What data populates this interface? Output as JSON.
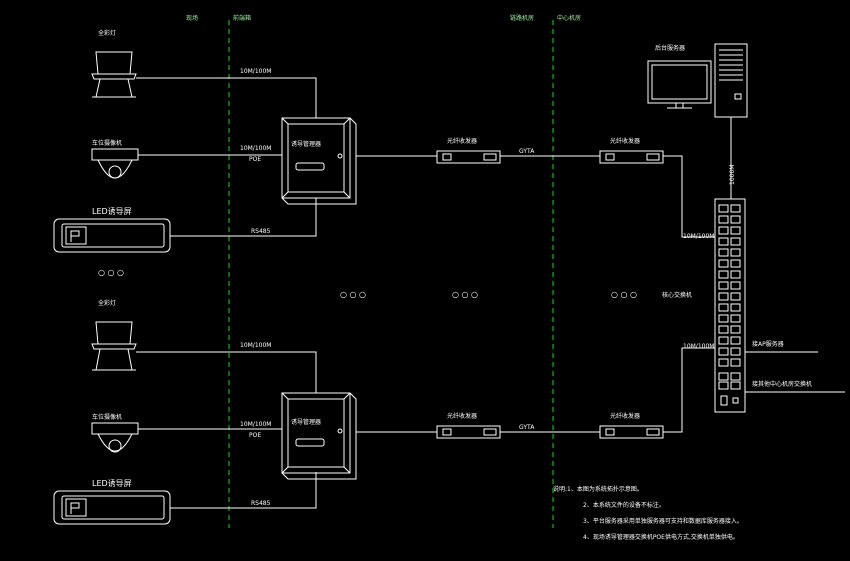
{
  "zones": {
    "site": "现场",
    "weak_box": "前端箱",
    "link_room": "链路机房",
    "center": "中心机房"
  },
  "devices": {
    "server": "后台服务器",
    "core_switch": "核心交换机",
    "top_group": {
      "beacon": "全彩灯",
      "camera": "车位摄像机",
      "led_prefix": "LED",
      "led_suffix": "诱导屏",
      "controller": "诱导管理器",
      "fiber_left": "光纤收发器",
      "fiber_right": "光纤收发器"
    },
    "bottom_group": {
      "beacon": "全彩灯",
      "camera": "车位摄像机",
      "led_prefix": "LED",
      "led_suffix": "诱导屏",
      "controller": "诱导管理器",
      "fiber_left": "光纤收发器",
      "fiber_right": "光纤收发器"
    }
  },
  "links": {
    "top_beacon_link": "10M/100M",
    "top_camera_link_1": "10M/100M",
    "top_camera_link_2": "POE",
    "top_led_link": "RS485",
    "top_fiber": "GYTA",
    "top_uplink": "10M/100M",
    "bottom_beacon_link": "10M/100M",
    "bottom_camera_link_1": "10M/100M",
    "bottom_camera_link_2": "POE",
    "bottom_led_link": "RS485",
    "bottom_fiber": "GYTA",
    "bottom_uplink": "10M/100M",
    "server_link": "1000M",
    "ap_link": "接AP服务器",
    "other_link": "接其他中心机房交换机"
  },
  "ellipsis": "○  ○  ○",
  "notes": [
    "说明:1、本图为系统拓扑示意图。",
    "2、本系统文件的设备不标注。",
    "3、平台服务器采用单独服务器可支持和数据库服务器接入。",
    "4、现场诱导管理器交换机POE供电方式,交换机单独供电。"
  ],
  "colors": {
    "line": "#ffffff",
    "zone_divider": "#19d619",
    "background": "#000000"
  }
}
